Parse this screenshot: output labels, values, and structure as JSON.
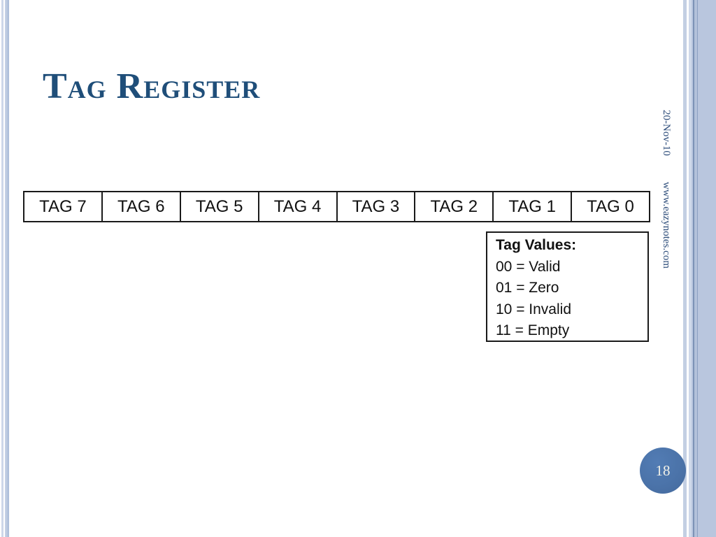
{
  "slide": {
    "title": "Tag Register",
    "date": "20-Nov-10",
    "website": "www.eazynotes.com",
    "page_number": "18"
  },
  "register": {
    "cells": [
      "TAG 7",
      "TAG 6",
      "TAG 5",
      "TAG 4",
      "TAG 3",
      "TAG 2",
      "TAG 1",
      "TAG 0"
    ]
  },
  "legend": {
    "title": "Tag Values:",
    "items": [
      "00 = Valid",
      "01 = Zero",
      "10 = Invalid",
      "11 = Empty"
    ]
  },
  "colors": {
    "title_text": "#1F4E79",
    "sidebar_text": "#2A4A78",
    "page_circle": "#4B73A9",
    "stripe_light": "#C3CFE3",
    "stripe_band": "#B9C6DE",
    "stripe_dark_line": "#7C92B6",
    "cell_border": "#1A1A1A"
  }
}
